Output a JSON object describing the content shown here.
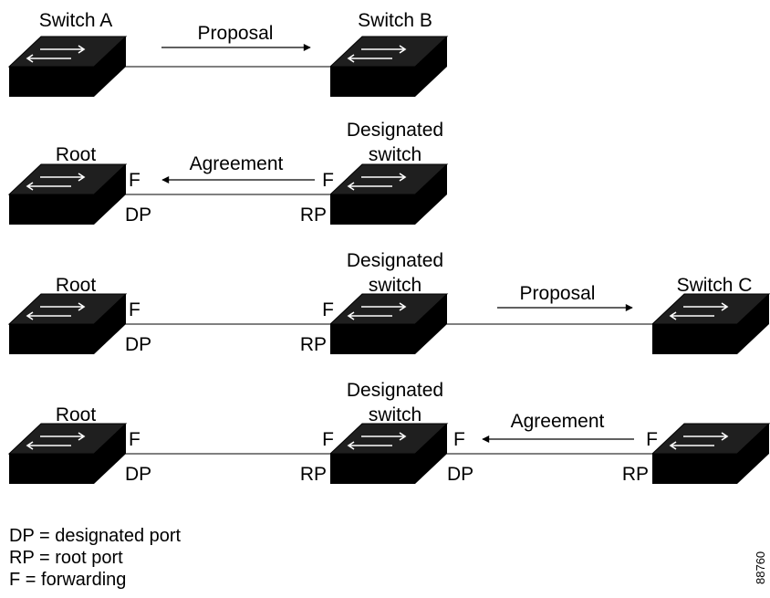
{
  "scenes": [
    {
      "switches": [
        {
          "label_lines": [
            "Switch A"
          ]
        },
        {
          "label_lines": [
            "Switch B"
          ]
        }
      ],
      "message": {
        "text": "Proposal",
        "direction": "right"
      }
    },
    {
      "switches": [
        {
          "label_lines": [
            "Root"
          ],
          "port_right": {
            "state": "F",
            "role": "DP"
          }
        },
        {
          "label_lines": [
            "Designated",
            "switch"
          ],
          "port_left": {
            "state": "F",
            "role": "RP"
          }
        }
      ],
      "message": {
        "text": "Agreement",
        "direction": "left"
      }
    },
    {
      "switches": [
        {
          "label_lines": [
            "Root"
          ],
          "port_right": {
            "state": "F",
            "role": "DP"
          }
        },
        {
          "label_lines": [
            "Designated",
            "switch"
          ],
          "port_left": {
            "state": "F",
            "role": "RP"
          }
        },
        {
          "label_lines": [
            "Switch C"
          ]
        }
      ],
      "message": {
        "text": "Proposal",
        "direction": "right"
      }
    },
    {
      "switches": [
        {
          "label_lines": [
            "Root"
          ],
          "port_right": {
            "state": "F",
            "role": "DP"
          }
        },
        {
          "label_lines": [
            "Designated",
            "switch"
          ],
          "port_left": {
            "state": "F",
            "role": "RP"
          },
          "port_right": {
            "state": "F",
            "role": "DP"
          }
        },
        {
          "port_left": {
            "state": "F",
            "role": "RP"
          }
        }
      ],
      "message": {
        "text": "Agreement",
        "direction": "left"
      }
    }
  ],
  "legend": [
    "DP = designated port",
    "RP = root port",
    "F = forwarding"
  ],
  "figure_id": "88760"
}
